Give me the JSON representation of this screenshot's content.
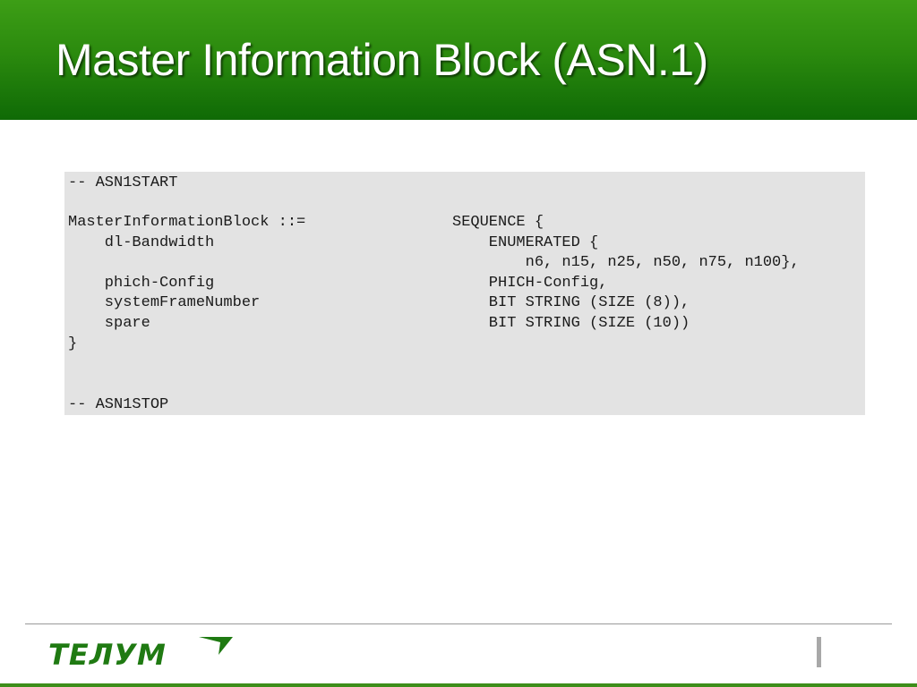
{
  "slide": {
    "title": "Master Information Block (ASN.1)"
  },
  "code": {
    "start_comment": "-- ASN1START",
    "lines": [
      {
        "left": "MasterInformationBlock ::=",
        "right": "SEQUENCE {"
      },
      {
        "left": "    dl-Bandwidth",
        "right": "    ENUMERATED {"
      },
      {
        "left": "",
        "right": "        n6, n15, n25, n50, n75, n100},"
      },
      {
        "left": "    phich-Config",
        "right": "    PHICH-Config,"
      },
      {
        "left": "    systemFrameNumber",
        "right": "    BIT STRING (SIZE (8)),"
      },
      {
        "left": "    spare",
        "right": "    BIT STRING (SIZE (10))"
      },
      {
        "left": "}",
        "right": ""
      }
    ],
    "stop_comment": "-- ASN1STOP"
  },
  "footer": {
    "logo_text": "ТЕЛУМ"
  },
  "colors": {
    "header_green": "#2b8a0e",
    "logo_green": "#1f7a12",
    "code_background": "#e3e3e3"
  }
}
